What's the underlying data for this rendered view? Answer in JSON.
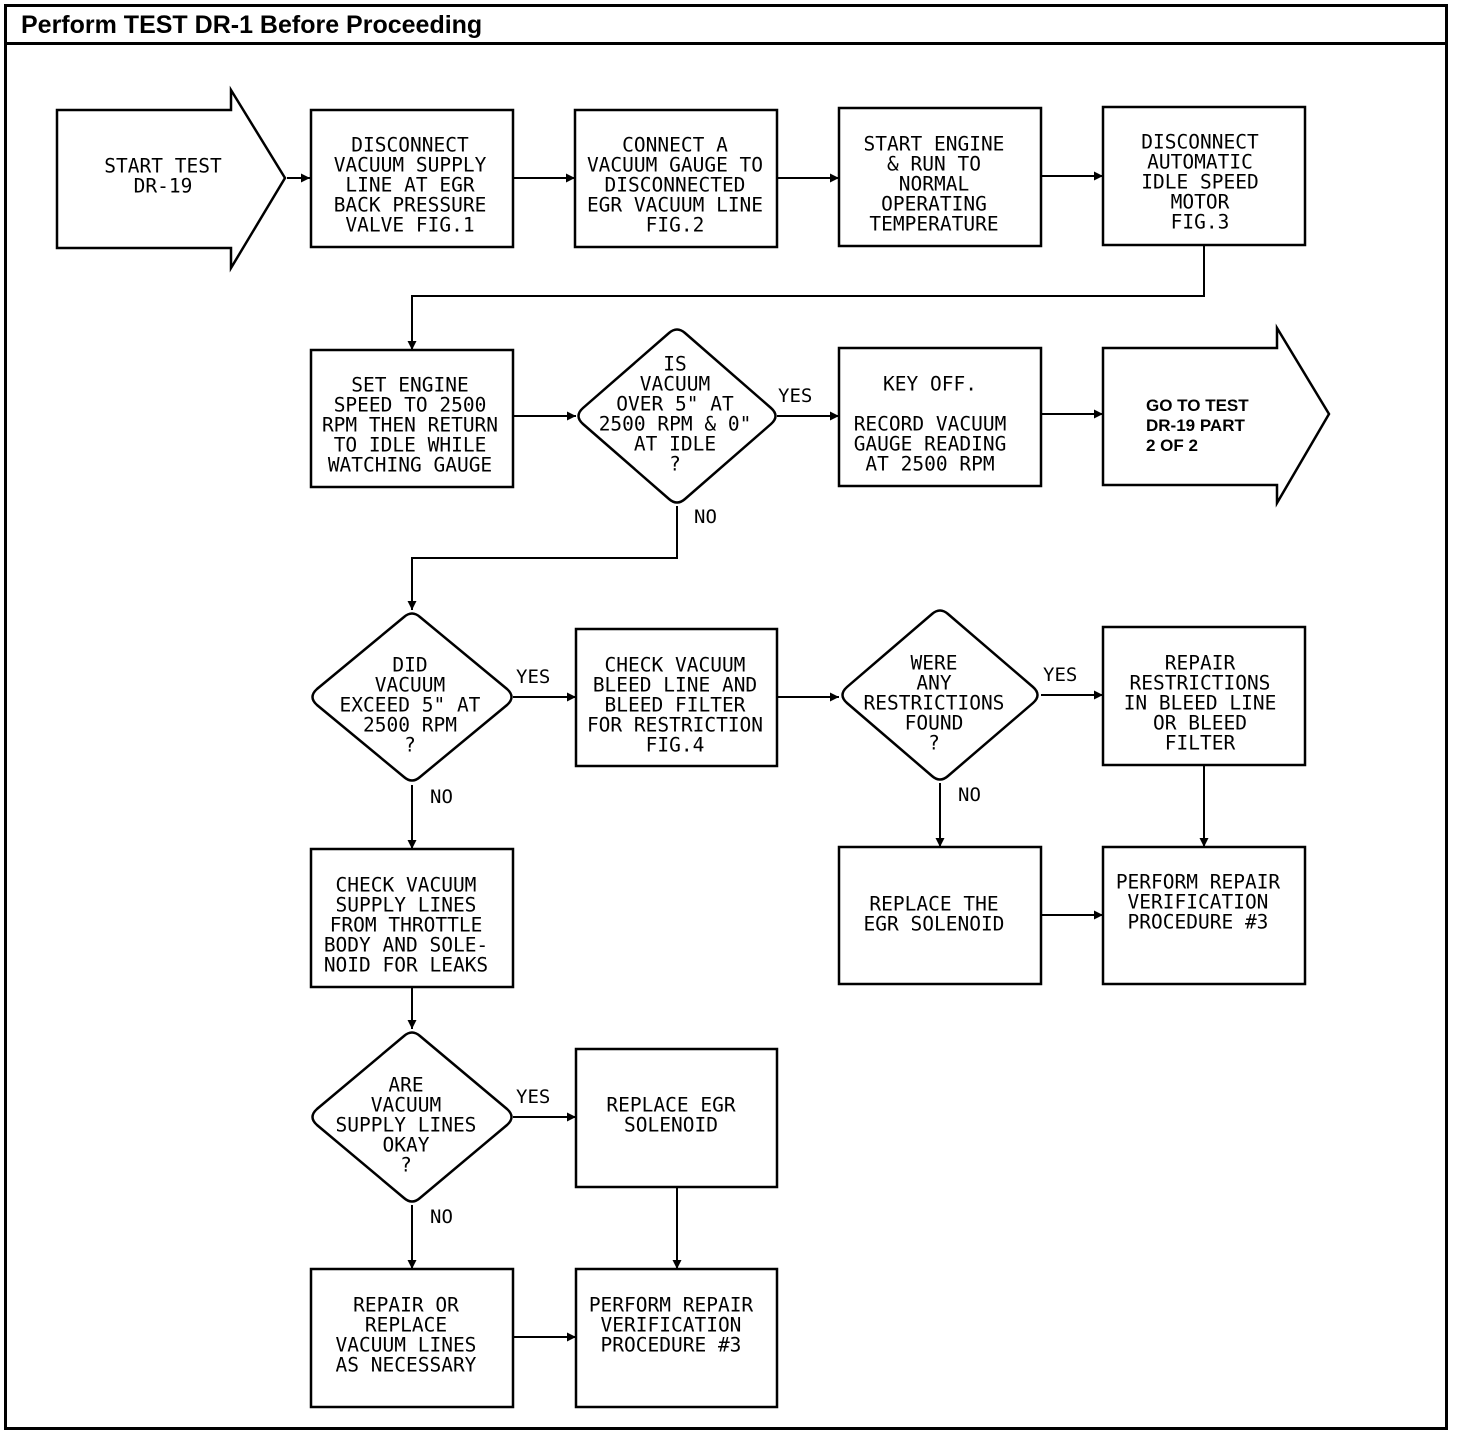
{
  "header": {
    "title": "Perform TEST DR-1 Before Proceeding"
  },
  "nodes": {
    "start": [
      "START TEST",
      "DR-19"
    ],
    "disconnect_vacuum": [
      "DISCONNECT",
      "VACUUM SUPPLY",
      "LINE AT EGR",
      "BACK PRESSURE",
      "VALVE FIG.1"
    ],
    "connect_gauge": [
      "CONNECT A",
      "VACUUM GAUGE TO",
      "DISCONNECTED",
      "EGR VACUUM LINE",
      "FIG.2"
    ],
    "start_engine": [
      "START ENGINE",
      "& RUN TO",
      "NORMAL",
      "OPERATING",
      "TEMPERATURE"
    ],
    "disconnect_idle": [
      "DISCONNECT",
      "AUTOMATIC",
      "IDLE SPEED",
      "MOTOR",
      "FIG.3"
    ],
    "set_engine": [
      "SET ENGINE",
      "SPEED TO 2500",
      "RPM THEN RETURN",
      "TO IDLE WHILE",
      "WATCHING GAUGE"
    ],
    "is_vacuum": [
      "IS",
      "VACUUM",
      "OVER 5\" AT",
      "2500 RPM & 0\"",
      "AT IDLE",
      "?"
    ],
    "key_off": [
      "KEY OFF.",
      "",
      "RECORD VACUUM",
      "GAUGE READING",
      "AT 2500 RPM"
    ],
    "goto_test": [
      "GO TO TEST",
      "DR-19 PART",
      "2 OF 2"
    ],
    "did_vacuum": [
      "DID",
      "VACUUM",
      "EXCEED 5\" AT",
      "2500 RPM",
      "?"
    ],
    "check_bleed": [
      "CHECK VACUUM",
      "BLEED LINE AND",
      "BLEED FILTER",
      "FOR RESTRICTION",
      "FIG.4"
    ],
    "were_restrictions": [
      "WERE",
      "ANY",
      "RESTRICTIONS",
      "FOUND",
      "?"
    ],
    "repair_restrictions": [
      "REPAIR",
      "RESTRICTIONS",
      "IN BLEED LINE",
      "OR BLEED",
      "FILTER"
    ],
    "check_supply": [
      "CHECK VACUUM",
      "SUPPLY LINES",
      "FROM THROTTLE",
      "BODY AND SOLE-",
      "NOID FOR LEAKS"
    ],
    "replace_solenoid_1": [
      "REPLACE THE",
      "EGR SOLENOID"
    ],
    "verify_1": [
      "PERFORM REPAIR",
      "VERIFICATION",
      "PROCEDURE #3"
    ],
    "supply_okay": [
      "ARE",
      "VACUUM",
      "SUPPLY LINES",
      "OKAY",
      "?"
    ],
    "replace_solenoid_2": [
      "REPLACE EGR",
      "SOLENOID"
    ],
    "repair_lines": [
      "REPAIR OR",
      "REPLACE",
      "VACUUM LINES",
      "AS NECESSARY"
    ],
    "verify_2": [
      "PERFORM REPAIR",
      "VERIFICATION",
      "PROCEDURE #3"
    ]
  },
  "edge_labels": {
    "is_vacuum_yes": "YES",
    "is_vacuum_no": "NO",
    "did_vacuum_yes": "YES",
    "did_vacuum_no": "NO",
    "were_restrictions_yes": "YES",
    "were_restrictions_no": "NO",
    "supply_okay_yes": "YES",
    "supply_okay_no": "NO"
  }
}
